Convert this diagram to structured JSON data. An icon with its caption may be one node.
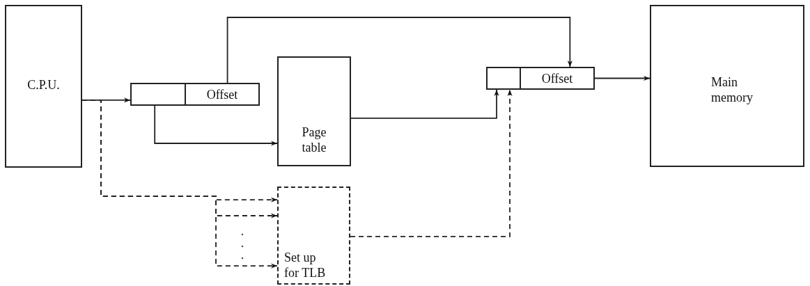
{
  "diagram": {
    "nodes": [
      {
        "text": [
          "C.P.U."
        ]
      },
      {
        "text": [],
        "shape": "box"
      },
      {
        "text": [
          "Offset"
        ]
      },
      {
        "text": [
          "Page table"
        ]
      },
      {
        "text": [
          "Set up for TLB"
        ]
      },
      {
        "text": [],
        "shape": "box"
      },
      {
        "text": [
          "Offset"
        ]
      },
      {
        "text": [
          "Main memory"
        ]
      }
    ],
    "edges": [
      {
        "from": 0,
        "to": 1,
        "arrow": "to"
      },
      {
        "from": 1,
        "to": 3,
        "arrow": "to"
      },
      {
        "from": 2,
        "to": 6,
        "arrow": "to"
      },
      {
        "from": 3,
        "to": 5,
        "arrow": "to"
      },
      {
        "from": 6,
        "to": 7,
        "arrow": "to"
      },
      {
        "from": 0,
        "to": 4,
        "arrow": "to",
        "style": "dashed"
      },
      {
        "from": 0,
        "to": 4,
        "arrow": "to",
        "style": "dashed"
      },
      {
        "from": 0,
        "to": 4,
        "arrow": "to",
        "style": "dashed"
      },
      {
        "from": 4,
        "to": 5,
        "arrow": "to",
        "style": "dashed"
      }
    ]
  }
}
